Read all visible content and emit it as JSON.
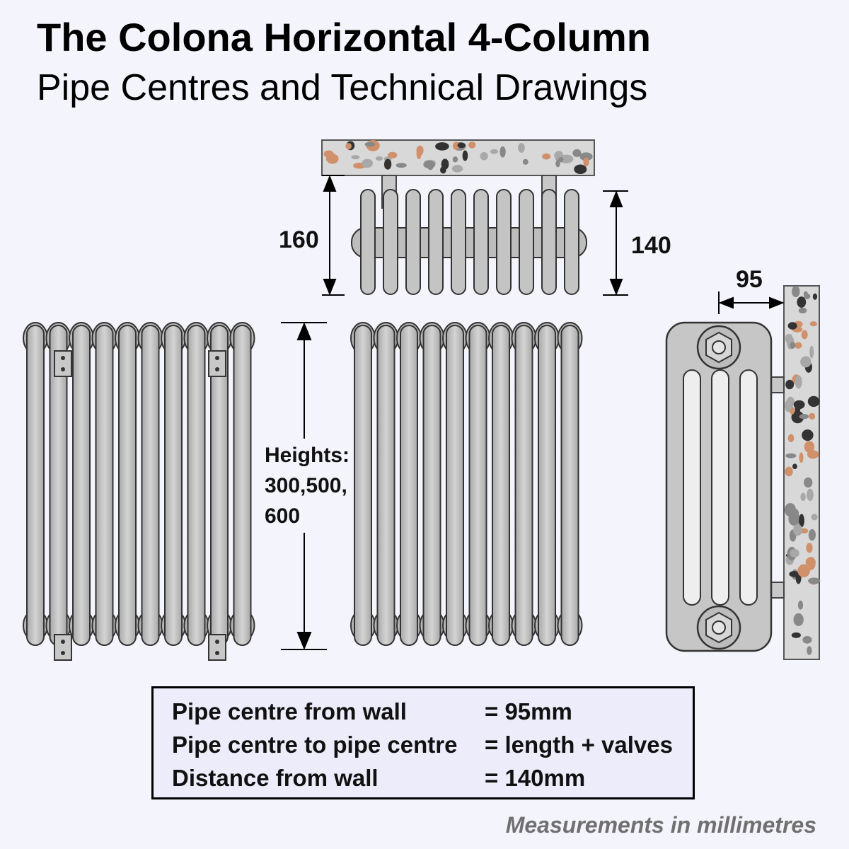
{
  "header": {
    "title": "The Colona Horizontal 4-Column",
    "subtitle": "Pipe Centres and Technical Drawings"
  },
  "dimensions": {
    "wall_depth": "160",
    "radiator_depth": "140",
    "pipe_centre_from_wall": "95",
    "heights_label": "Heights:",
    "heights_values": "300,500,",
    "heights_values_2": "600"
  },
  "specs": {
    "rows": [
      {
        "label": "Pipe centre from wall",
        "value": "= 95mm"
      },
      {
        "label": "Pipe centre to pipe centre",
        "value": "= length + valves"
      },
      {
        "label": "Distance from wall",
        "value": "= 140mm"
      }
    ]
  },
  "footer": {
    "note": "Measurements in millimetres"
  },
  "colors": {
    "background": "#f4f4fc",
    "radiator_fill": "#c2c2c2",
    "outline": "#333333",
    "wall_fill": "#d8d8d8",
    "speckle_orange": "#d0906a",
    "speckle_grey": "#888888",
    "speckle_dark": "#333333"
  }
}
